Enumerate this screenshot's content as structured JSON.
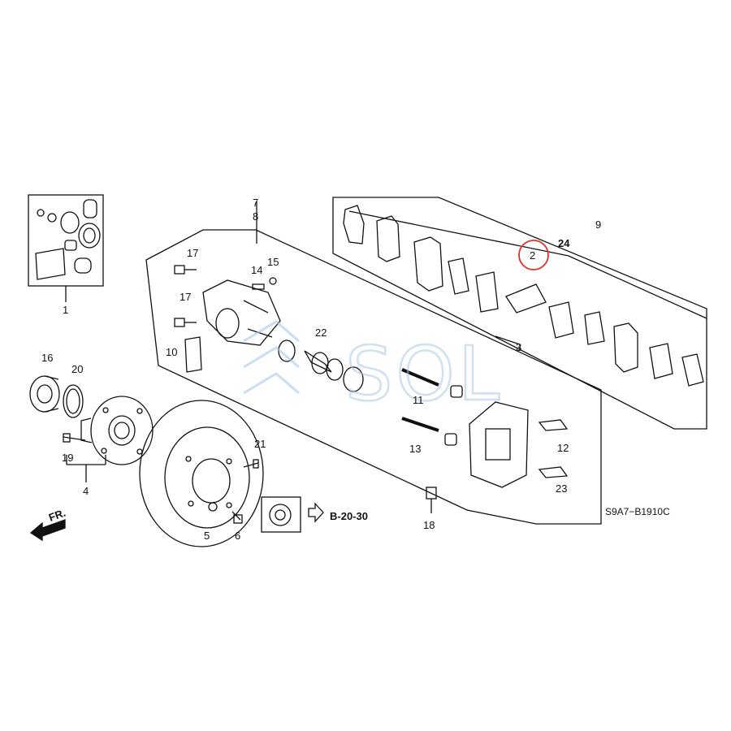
{
  "diagram": {
    "callouts": [
      "1",
      "2",
      "3",
      "4",
      "5",
      "6",
      "7",
      "8",
      "9",
      "10",
      "11",
      "12",
      "13",
      "14",
      "15",
      "16",
      "17",
      "17",
      "18",
      "19",
      "20",
      "21",
      "22",
      "23",
      "24"
    ],
    "reference": "B-20-30",
    "front_label": "FR.",
    "part_code": "S9A7−B1910C",
    "highlight_callout": "2",
    "highlight_color": "#e0302a",
    "watermark": "SOL",
    "watermark_color": "#a8c7e6"
  }
}
